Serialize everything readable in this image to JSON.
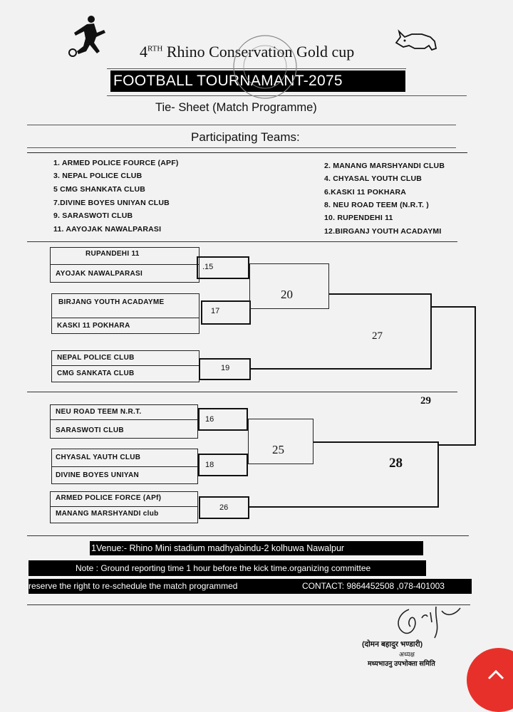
{
  "header": {
    "title_number": "4",
    "title_superscript": "RTH",
    "title_rest": "Rhino Conservation Gold cup",
    "banner": "FOOTBALL TOURNAMANT-2075",
    "subtitle": "Tie- Sheet (Match Programme)",
    "section_title": "Participating Teams:"
  },
  "teams_left": [
    "1. ARMED POLICE FOURCE (APF)",
    "3. NEPAL POLICE CLUB",
    "5 CMG SHANKATA CLUB",
    "7.DIVINE BOYES UNIYAN CLUB",
    "9. SARASWOTI CLUB",
    "11. AAYOJAK   NAWALPARASI"
  ],
  "teams_right": [
    "2. MANANG MARSHYANDI CLUB",
    "4. CHYASAL  YOUTH CLUB",
    "6.KASKI 11  POKHARA",
    "8.  NEU ROAD TEEM (N.R.T.  )",
    "10. RUPENDEHI 11",
    "12.BIRGANJ YOUTH ACADAYMI"
  ],
  "bracket": {
    "teams": [
      "RUPANDEHI 11",
      "AYOJAK NAWALPARASI",
      "BIRJANG  YOUTH  ACADAYME",
      "KASKI 11 POKHARA",
      "NEPAL POLICE CLUB",
      "CMG SANKATA CLUB",
      "NEU ROAD TEEM N.R.T.",
      "SARASWOTI  CLUB",
      "CHYASAL YAUTH CLUB",
      "DIVINE BOYES UNIYAN",
      "ARMED POLICE FORCE  (APf)",
      "MANANG MARSHYANDI club"
    ],
    "matches": {
      "m15": ".15",
      "m17": "17",
      "m19": "19",
      "m16": "16",
      "m18": "18",
      "m26": "26",
      "m20": "20",
      "m25": "25",
      "m27": "27",
      "m28": "28",
      "m29": "29"
    }
  },
  "footer": {
    "venue": "1Venue:-  Rhino Mini stadium   madhyabindu-2  kolhuwa   Nawalpur",
    "note": "Note  :  Ground reporting time 1 hour before the kick time.organizing committee",
    "reserve": "reserve  the  right  to  re-schedule   the  match  programmed",
    "contact": "CONTACT:   9864452508  ,078-401003"
  },
  "stamp": {
    "line1": "(दोमन बहादुर भण्डारी)",
    "line2": "अध्यक्ष",
    "line3": "मध्यभाउनु उपभोक्ता समिति"
  }
}
